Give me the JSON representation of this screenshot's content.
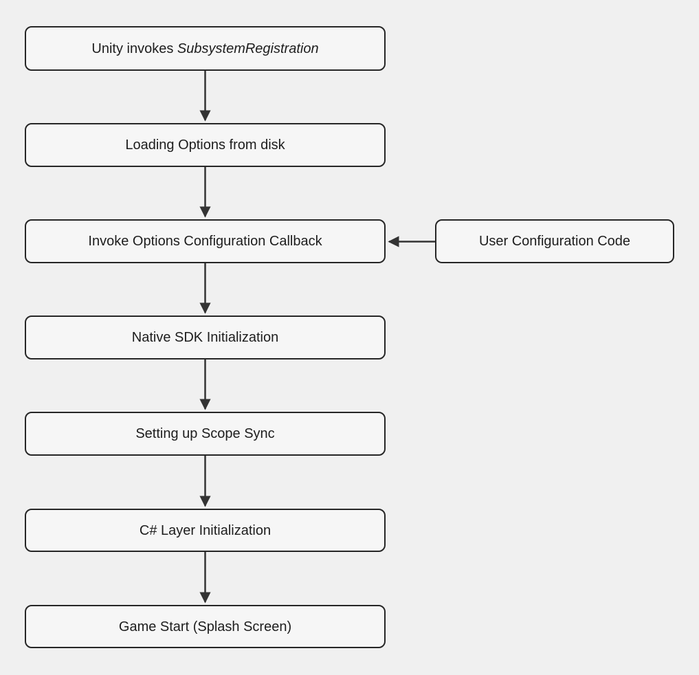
{
  "diagram": {
    "colors": {
      "background": "#f0f0f0",
      "node_fill": "#f6f6f6",
      "node_border": "#262626",
      "arrow": "#333333",
      "text": "#1d1d1d"
    },
    "nodes": [
      {
        "id": "start",
        "text": "Unity invokes ",
        "italic": "SubsystemRegistration"
      },
      {
        "id": "load-options",
        "text": "Loading Options from disk"
      },
      {
        "id": "invoke-callback",
        "text": "Invoke Options Configuration Callback"
      },
      {
        "id": "user-config",
        "text": "User Configuration Code"
      },
      {
        "id": "native-sdk",
        "text": "Native SDK Initialization"
      },
      {
        "id": "scope-sync",
        "text": "Setting up Scope Sync"
      },
      {
        "id": "csharp-layer",
        "text": "C# Layer Initialization"
      },
      {
        "id": "game-start",
        "text": "Game Start (Splash Screen)"
      }
    ],
    "edges": [
      {
        "from": "start",
        "to": "load-options"
      },
      {
        "from": "load-options",
        "to": "invoke-callback"
      },
      {
        "from": "user-config",
        "to": "invoke-callback"
      },
      {
        "from": "invoke-callback",
        "to": "native-sdk"
      },
      {
        "from": "native-sdk",
        "to": "scope-sync"
      },
      {
        "from": "scope-sync",
        "to": "csharp-layer"
      },
      {
        "from": "csharp-layer",
        "to": "game-start"
      }
    ]
  }
}
